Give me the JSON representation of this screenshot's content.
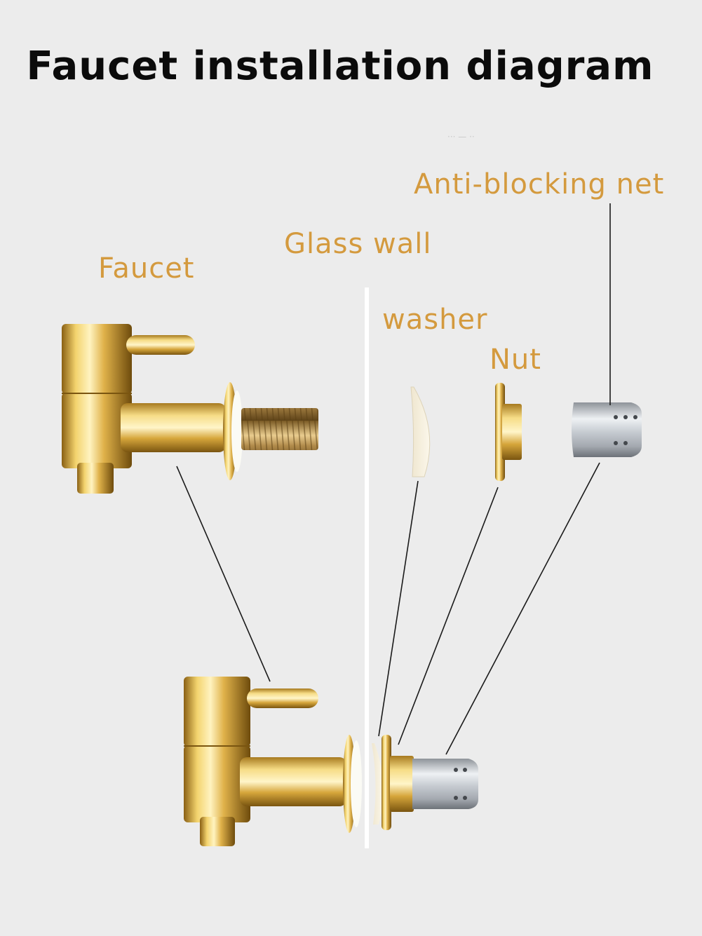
{
  "title": "Faucet installation diagram",
  "colors": {
    "background": "#ececec",
    "title": "#0b0b0b",
    "label": "#d49a3e",
    "leader_line": "#1a1a1a",
    "glass_wall": "#ffffff",
    "brass": "#d4a63c",
    "chrome": "#b9bdc2"
  },
  "labels": {
    "faucet": "Faucet",
    "glass_wall": "Glass wall",
    "washer": "washer",
    "nut": "Nut",
    "anti_blocking_net": "Anti-blocking net"
  },
  "watermark": "··· — ··"
}
